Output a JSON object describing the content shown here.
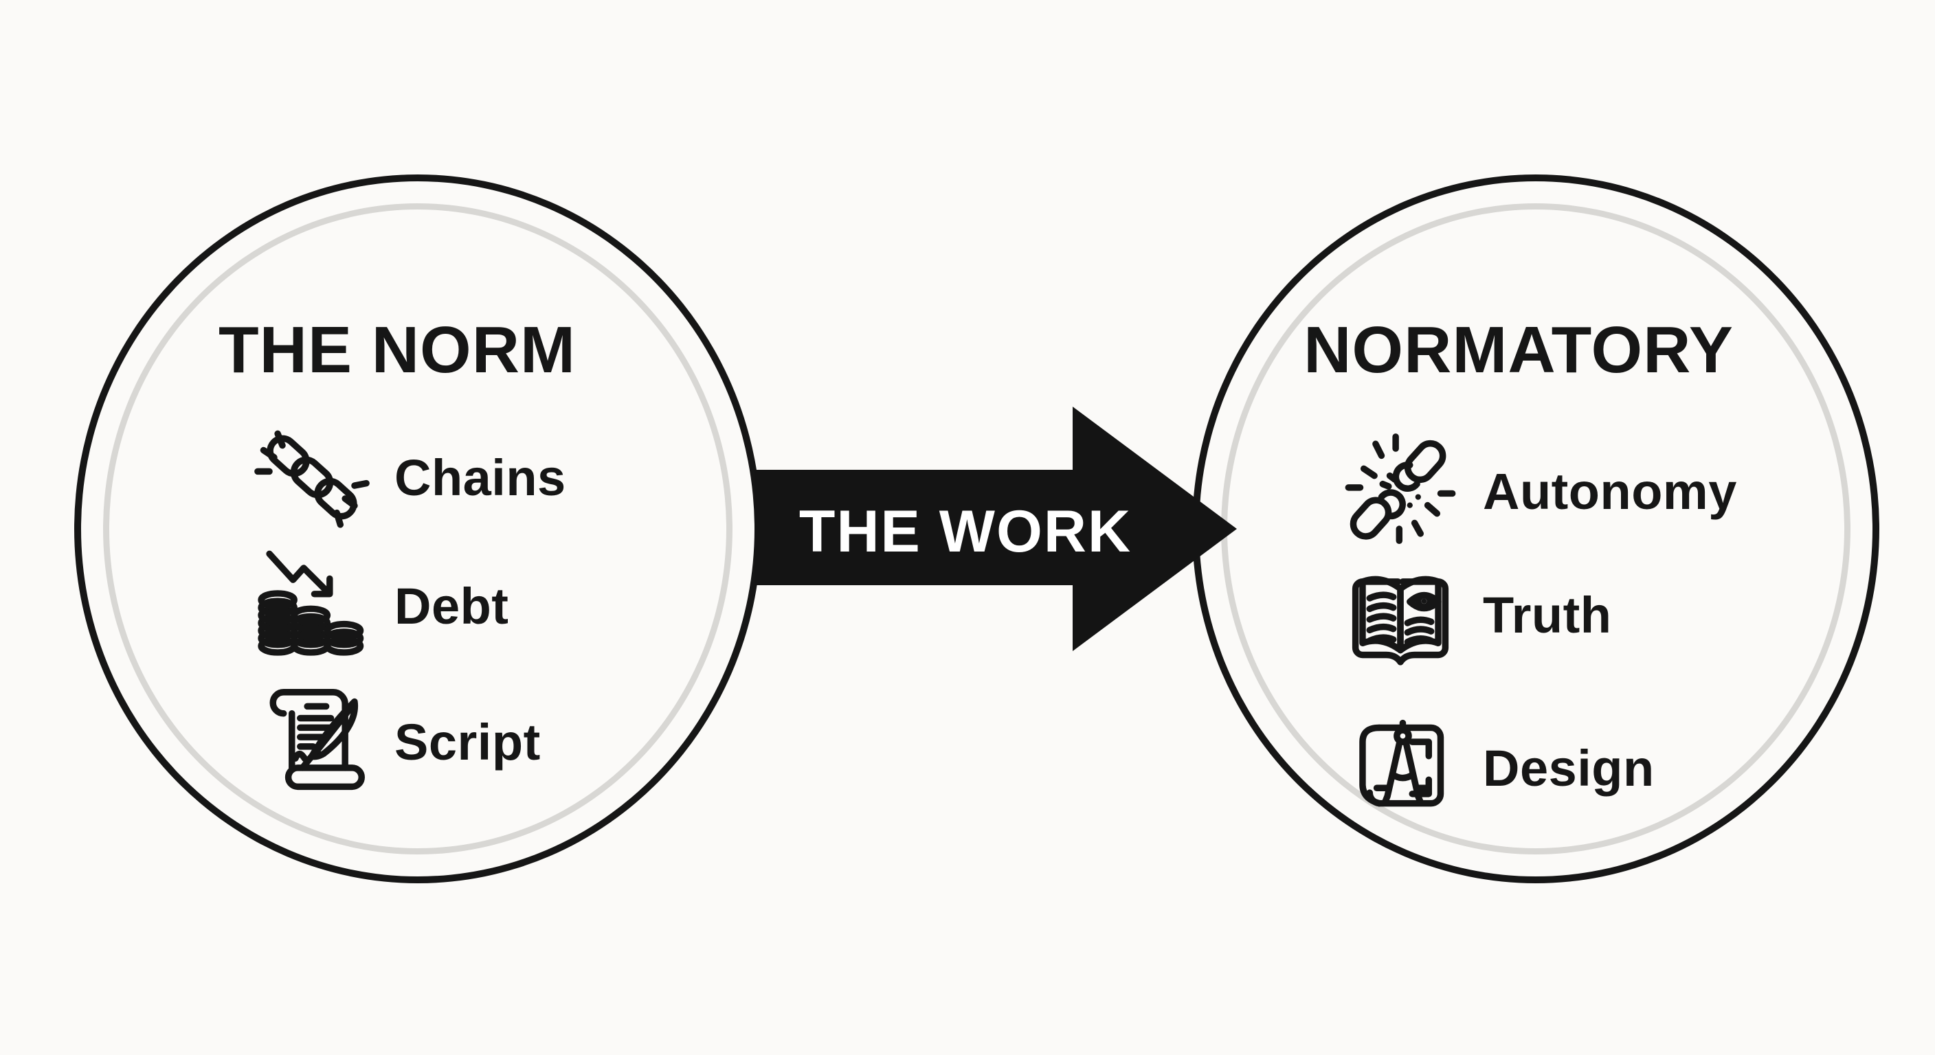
{
  "diagram": {
    "left_circle": {
      "title": "THE NORM",
      "items": [
        {
          "icon": "chain-icon",
          "label": "Chains"
        },
        {
          "icon": "coins-decline-icon",
          "label": "Debt"
        },
        {
          "icon": "scroll-quill-icon",
          "label": "Script"
        }
      ]
    },
    "arrow": {
      "label": "THE WORK"
    },
    "right_circle": {
      "title": "NORMATORY",
      "items": [
        {
          "icon": "broken-chain-icon",
          "label": "Autonomy"
        },
        {
          "icon": "book-eye-icon",
          "label": "Truth"
        },
        {
          "icon": "blueprint-compass-icon",
          "label": "Design"
        }
      ]
    },
    "colors": {
      "ink": "#161616",
      "ring_gray": "#d8d7d4",
      "background": "#fbfaf8",
      "arrow_fill": "#141414",
      "arrow_text": "#ffffff"
    }
  }
}
